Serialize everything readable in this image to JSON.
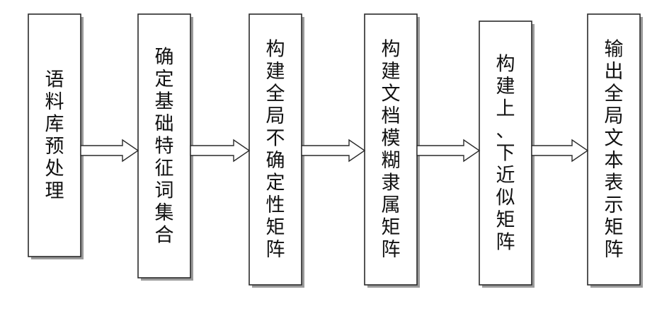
{
  "steps": [
    {
      "id": "step-1",
      "label": "语料库预处理"
    },
    {
      "id": "step-2",
      "label": "确定基础特征词集合"
    },
    {
      "id": "step-3",
      "label": "构建全局不确定性矩阵"
    },
    {
      "id": "step-4",
      "label": "构建文档模糊隶属矩阵"
    },
    {
      "id": "step-5",
      "label": "构建上、下近似矩阵"
    },
    {
      "id": "step-6",
      "label": "输出全局文本表示矩阵"
    }
  ],
  "connectors": [
    {
      "from": "step-1",
      "to": "step-2"
    },
    {
      "from": "step-2",
      "to": "step-3"
    },
    {
      "from": "step-3",
      "to": "step-4"
    },
    {
      "from": "step-4",
      "to": "step-5"
    },
    {
      "from": "step-5",
      "to": "step-6"
    }
  ]
}
